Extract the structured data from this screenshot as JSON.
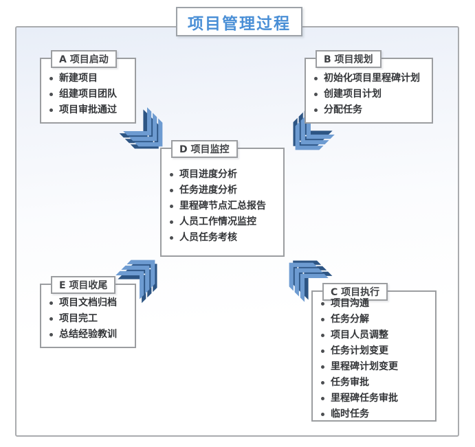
{
  "title": "项目管理过程",
  "colors": {
    "title_text": "#4a8fd6",
    "frame_border": "#a9abae",
    "node_border": "#9b9da0",
    "item_text": "#333538",
    "chevron_front": "#6d9bd1",
    "chevron_shadow": "#2d5584",
    "frame_gradient_top": "#e8eef8"
  },
  "boxes": [
    {
      "id": "A",
      "header": "A 项目启动",
      "items": [
        "新建项目",
        "组建项目团队",
        "项目审批通过"
      ]
    },
    {
      "id": "B",
      "header": "B 项目规划",
      "items": [
        "初始化项目里程碑计划",
        "创建项目计划",
        "分配任务"
      ]
    },
    {
      "id": "D",
      "header": "D 项目监控",
      "items": [
        "项目进度分析",
        "任务进度分析",
        "里程碑节点汇总报告",
        "人员工作情况监控",
        "人员任务考核"
      ]
    },
    {
      "id": "E",
      "header": "E 项目收尾",
      "items": [
        "项目文档归档",
        "项目完工",
        "总结经验教训"
      ]
    },
    {
      "id": "C",
      "header": "C 项目执行",
      "items": [
        "项目沟通",
        "任务分解",
        "项目人员调整",
        "任务计划变更",
        "里程碑计划变更",
        "任务审批",
        "里程碑任务审批",
        "临时任务"
      ]
    }
  ],
  "arrows": [
    {
      "name": "chevron-arrow-a-to-d",
      "direction": "down-right"
    },
    {
      "name": "chevron-arrow-b-to-d",
      "direction": "down-left"
    },
    {
      "name": "chevron-arrow-e-to-d",
      "direction": "up-right"
    },
    {
      "name": "chevron-arrow-c-to-d",
      "direction": "up-left"
    }
  ]
}
